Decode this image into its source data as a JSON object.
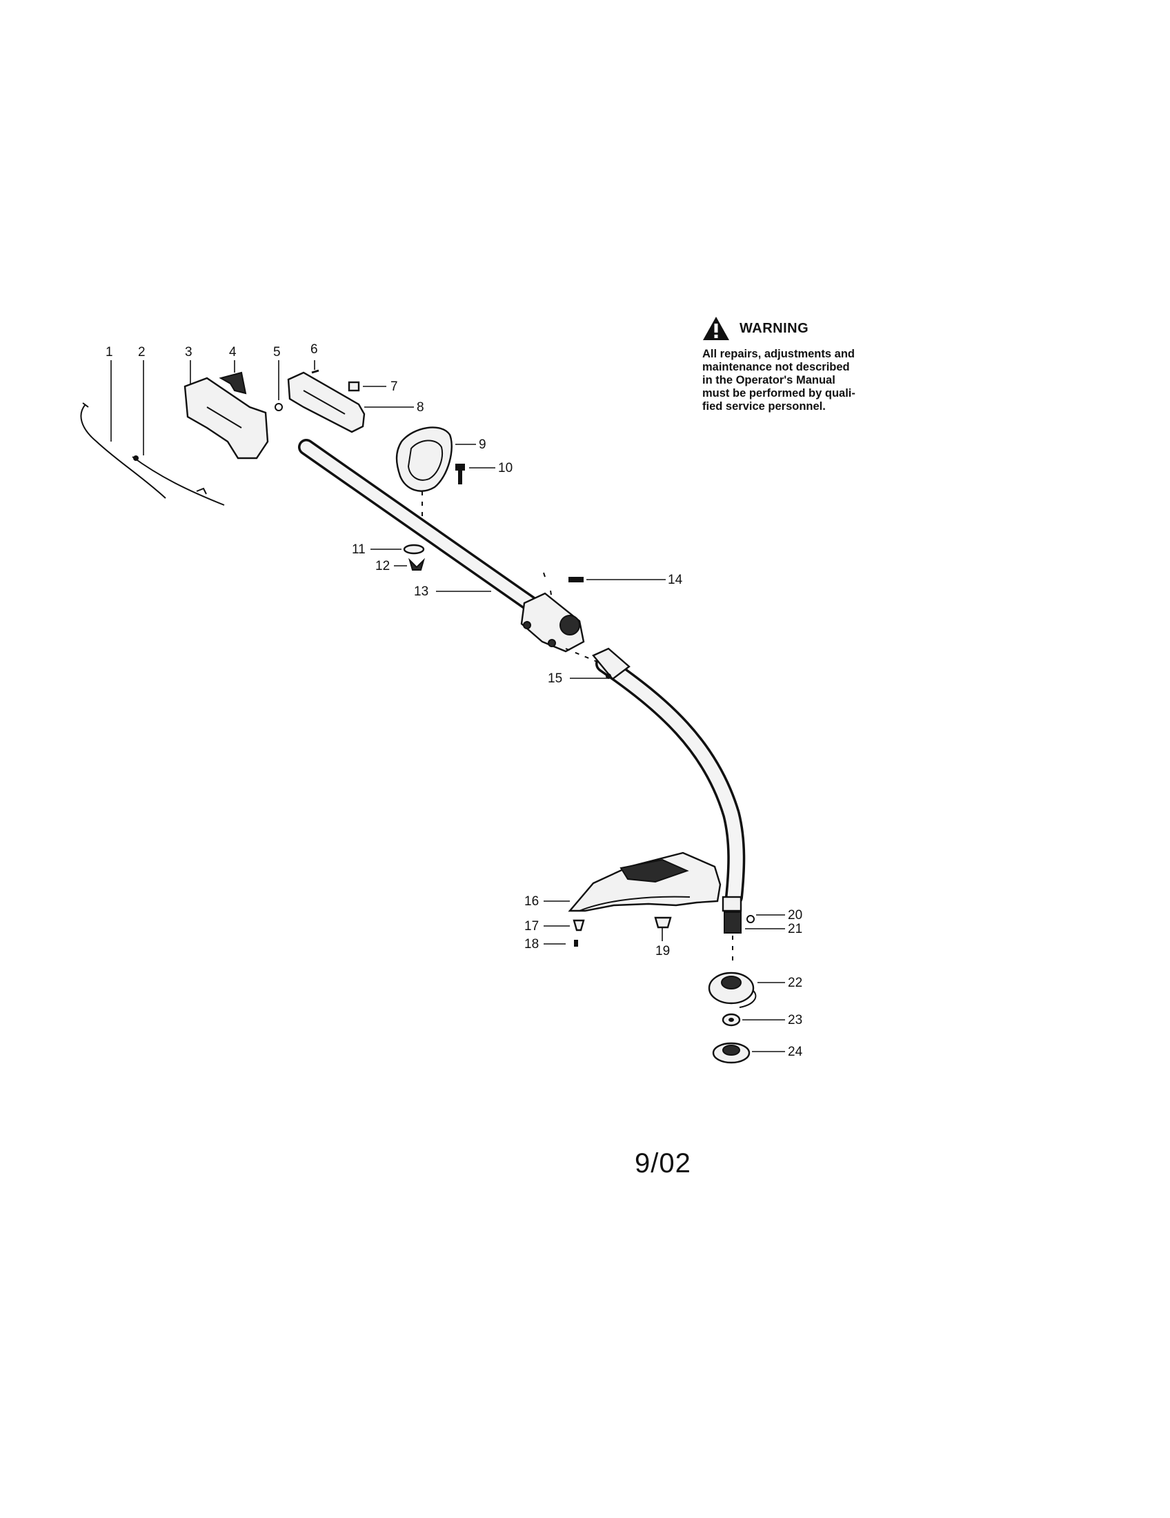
{
  "warning": {
    "title": "WARNING",
    "lines": [
      "All repairs, adjustments and",
      "maintenance not described",
      "in the Operator's Manual",
      "must be performed by quali-",
      "fied service personnel."
    ]
  },
  "date_code": "9/02",
  "callouts": [
    {
      "id": "1",
      "text": "1"
    },
    {
      "id": "2",
      "text": "2"
    },
    {
      "id": "3",
      "text": "3"
    },
    {
      "id": "4",
      "text": "4"
    },
    {
      "id": "5",
      "text": "5"
    },
    {
      "id": "6",
      "text": "6"
    },
    {
      "id": "7",
      "text": "7"
    },
    {
      "id": "8",
      "text": "8"
    },
    {
      "id": "9",
      "text": "9"
    },
    {
      "id": "10",
      "text": "10"
    },
    {
      "id": "11",
      "text": "11"
    },
    {
      "id": "12",
      "text": "12"
    },
    {
      "id": "13",
      "text": "13"
    },
    {
      "id": "14",
      "text": "14"
    },
    {
      "id": "15",
      "text": "15"
    },
    {
      "id": "16",
      "text": "16"
    },
    {
      "id": "17",
      "text": "17"
    },
    {
      "id": "18",
      "text": "18"
    },
    {
      "id": "19",
      "text": "19"
    },
    {
      "id": "20",
      "text": "20"
    },
    {
      "id": "21",
      "text": "21"
    },
    {
      "id": "22",
      "text": "22"
    },
    {
      "id": "23",
      "text": "23"
    },
    {
      "id": "24",
      "text": "24"
    }
  ]
}
